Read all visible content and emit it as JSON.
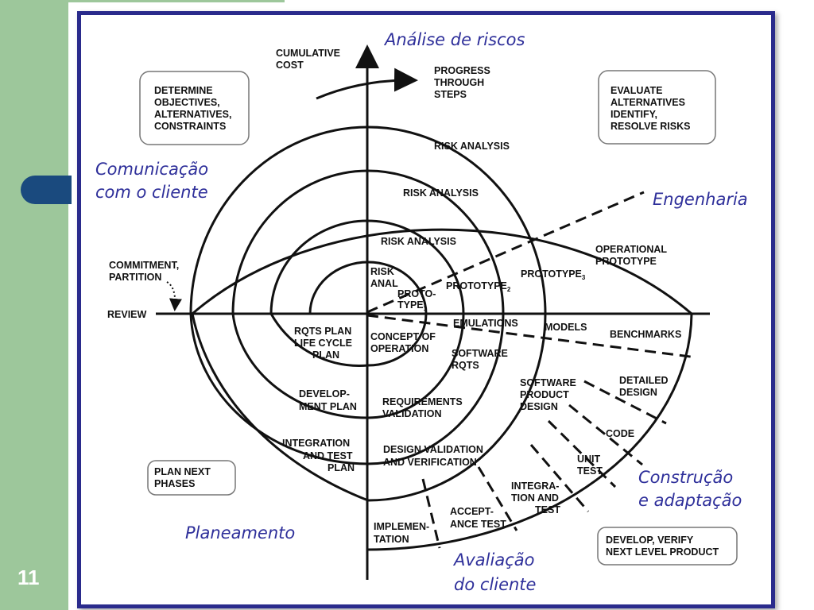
{
  "slide_number": "11",
  "phases": {
    "analise": "Análise de riscos",
    "comunicacao_1": "Comunicação",
    "comunicacao_2": "com o cliente",
    "engenharia": "Engenharia",
    "construcao_1": "Construção",
    "construcao_2": "e adaptação",
    "planeamento": "Planeamento",
    "avaliacao_1": "Avaliação",
    "avaliacao_2": "do cliente"
  },
  "axes": {
    "cumulative": [
      "CUMULATIVE",
      "COST"
    ],
    "progress": [
      "PROGRESS",
      "THROUGH",
      "STEPS"
    ],
    "commitment": [
      "COMMITMENT,",
      "PARTITION"
    ],
    "review": "REVIEW"
  },
  "boxes": {
    "determine": [
      "DETERMINE",
      "OBJECTIVES,",
      "ALTERNATIVES,",
      "CONSTRAINTS"
    ],
    "evaluate": [
      "EVALUATE",
      "ALTERNATIVES",
      "IDENTIFY,",
      "RESOLVE RISKS"
    ],
    "plan_next": [
      "PLAN NEXT",
      "PHASES"
    ],
    "develop": [
      "DEVELOP, VERIFY",
      "NEXT LEVEL PRODUCT"
    ]
  },
  "labels": {
    "risk_analysis_1": "RISK ANALYSIS",
    "risk_analysis_2": "RISK ANALYSIS",
    "risk_analysis_3": "RISK ANALYSIS",
    "risk_anal": [
      "RISK",
      "ANAL"
    ],
    "proto_1": [
      "PROTO-",
      "TYPE"
    ],
    "proto_1_sub": "1",
    "prototype_2": "PROTOTYPE",
    "prototype_2_sub": "2",
    "prototype_3": "PROTOTYPE",
    "prototype_3_sub": "3",
    "operational": [
      "OPERATIONAL",
      "PROTOTYPE"
    ],
    "emulations": "EMULATIONS",
    "models": "MODELS",
    "benchmarks": "BENCHMARKS",
    "rqts_plan": [
      "RQTS PLAN",
      "LIFE CYCLE",
      "PLAN"
    ],
    "concept": [
      "CONCEPT OF",
      "OPERATION"
    ],
    "software_rqts": [
      "SOFTWARE",
      "RQTS"
    ],
    "development_plan": [
      "DEVELOP-",
      "MENT PLAN"
    ],
    "requirements_validation": [
      "REQUIREMENTS",
      "VALIDATION"
    ],
    "software_product_design": [
      "SOFTWARE",
      "PRODUCT",
      "DESIGN"
    ],
    "detailed_design": [
      "DETAILED",
      "DESIGN"
    ],
    "code": "CODE",
    "unit_test": [
      "UNIT",
      "TEST"
    ],
    "integration_plan": [
      "INTEGRATION",
      "AND TEST",
      "PLAN"
    ],
    "design_validation": [
      "DESIGN VALIDATION",
      "AND VERIFICATION"
    ],
    "integration_test": [
      "INTEGRA-",
      "TION AND",
      "TEST"
    ],
    "acceptance_test": [
      "ACCEPT-",
      "ANCE TEST"
    ],
    "implementation": [
      "IMPLEMEN-",
      "TATION"
    ]
  },
  "colors": {
    "sidebar_green": "#9dc79b",
    "tab_navy": "#1a4a7e",
    "frame_blue": "#2a2b8c",
    "phase_text": "#2e2f9a"
  }
}
